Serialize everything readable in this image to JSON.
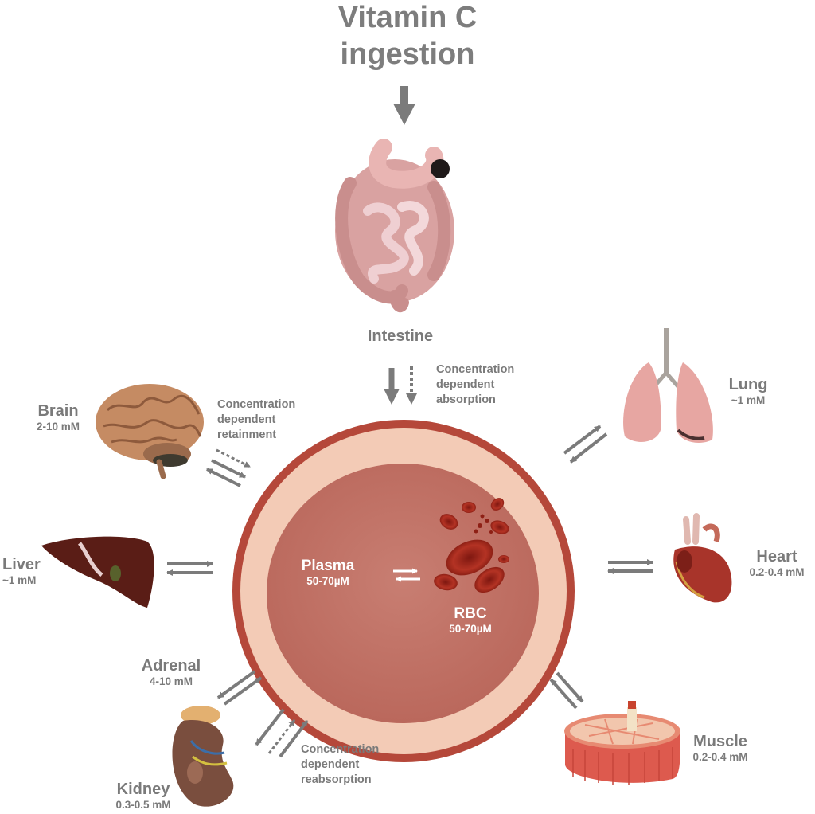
{
  "title": {
    "line1": "Vitamin C",
    "line2": "ingestion"
  },
  "intestine": {
    "name": "Intestine",
    "note": [
      "Concentration",
      "dependent",
      "absorption"
    ]
  },
  "brain": {
    "name": "Brain",
    "conc": "2-10 mM",
    "note": [
      "Concentration",
      "dependent",
      "retainment"
    ]
  },
  "liver": {
    "name": "Liver",
    "conc": "~1 mM"
  },
  "adrenal": {
    "name": "Adrenal",
    "conc": "4-10 mM"
  },
  "kidney": {
    "name": "Kidney",
    "conc": "0.3-0.5 mM",
    "note": [
      "Concentration",
      "dependent",
      "reabsorption"
    ]
  },
  "lung": {
    "name": "Lung",
    "conc": "~1 mM"
  },
  "heart": {
    "name": "Heart",
    "conc": "0.2-0.4 mM"
  },
  "muscle": {
    "name": "Muscle",
    "conc": "0.2-0.4 mM"
  },
  "plasma": {
    "name": "Plasma",
    "conc": "50-70µM"
  },
  "rbc": {
    "name": "RBC",
    "conc": "50-70µM"
  },
  "colors": {
    "text": "#7a7a7a",
    "arrow": "#7b7b7b",
    "vessel_outer": "#b5483a",
    "vessel_wall": "#f3cbb6",
    "plasma": "#c6766b",
    "rbc": "#a3281c"
  },
  "icons": [
    "intestine-icon",
    "brain-icon",
    "liver-icon",
    "kidney-icon",
    "lung-icon",
    "heart-icon",
    "muscle-icon",
    "red-blood-cells-icon"
  ]
}
